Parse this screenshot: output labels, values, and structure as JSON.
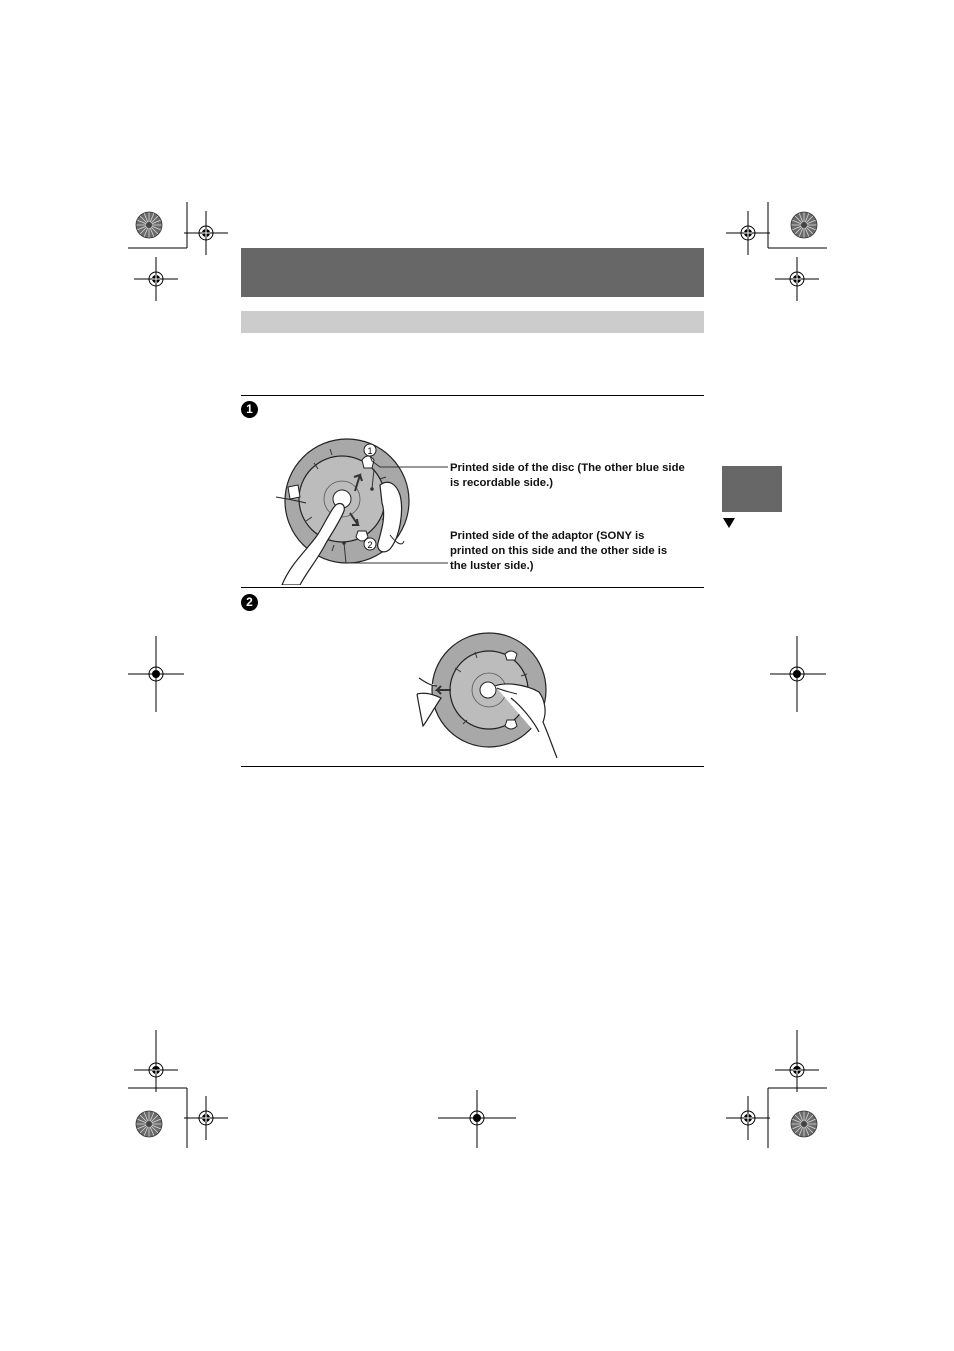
{
  "steps": [
    {
      "number": "1"
    },
    {
      "number": "2"
    }
  ],
  "callouts": {
    "disc_side": "Printed side of the disc (The other blue side is recordable side.)",
    "adaptor_side": "Printed side of the adaptor (SONY is printed on this side and the other side is the luster side.)"
  },
  "figure1_labels": {
    "one": "1",
    "two": "2"
  },
  "colors": {
    "title_band": "#676767",
    "sub_band": "#cccccc",
    "side_tab": "#676767",
    "disc_outer": "#aaaaaa",
    "disc_inner": "#bdbdbd"
  },
  "icons": {
    "registration_mark": "crosshair-circle-icon",
    "color_bar": "starburst-icon",
    "next_page": "down-triangle-icon"
  }
}
